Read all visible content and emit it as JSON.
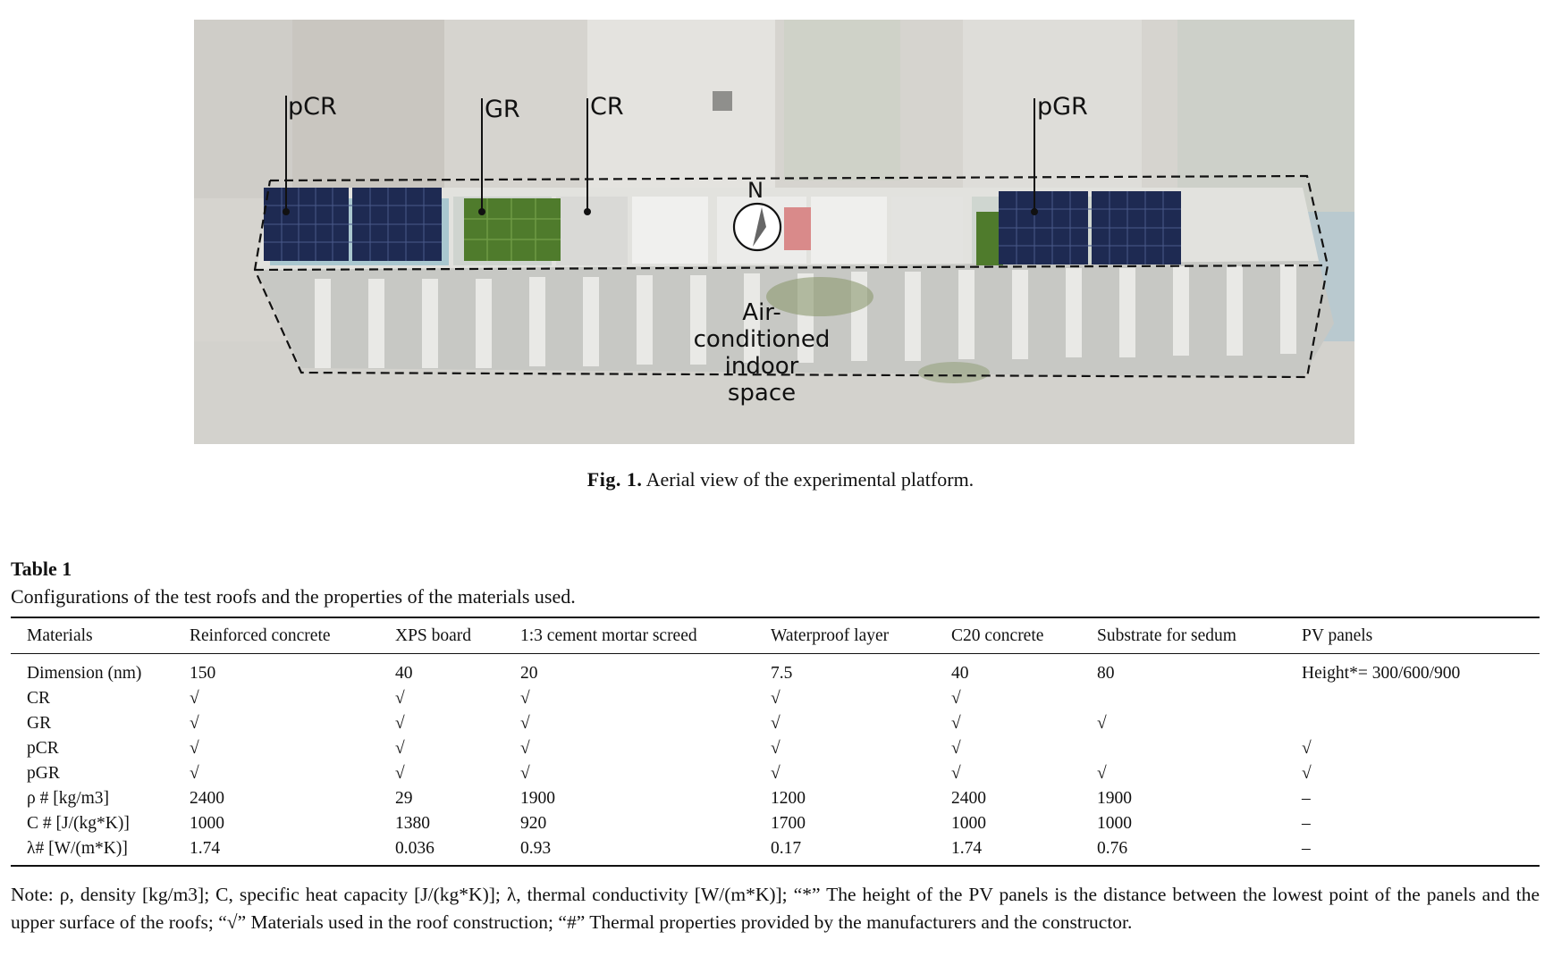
{
  "figure": {
    "labels": {
      "pcr": "pCR",
      "gr": "GR",
      "cr": "CR",
      "pgr": "pGR",
      "north": "N",
      "indoor_line1": "Air-conditioned",
      "indoor_line2": "indoor space"
    },
    "caption_label": "Fig. 1.",
    "caption_text": "Aerial view of the experimental platform."
  },
  "table": {
    "title": "Table 1",
    "subtitle": "Configurations of the test roofs and the properties of the materials used.",
    "headers": [
      "Materials",
      "Reinforced concrete",
      "XPS board",
      "1:3 cement mortar screed",
      "Waterproof layer",
      "C20 concrete",
      "Substrate for sedum",
      "PV panels"
    ],
    "rows": [
      [
        "Dimension (nm)",
        "150",
        "40",
        "20",
        "7.5",
        "40",
        "80",
        "Height*= 300/600/900"
      ],
      [
        "CR",
        "√",
        "√",
        "√",
        "√",
        "√",
        "",
        ""
      ],
      [
        "GR",
        "√",
        "√",
        "√",
        "√",
        "√",
        "√",
        ""
      ],
      [
        "pCR",
        "√",
        "√",
        "√",
        "√",
        "√",
        "",
        "√"
      ],
      [
        "pGR",
        "√",
        "√",
        "√",
        "√",
        "√",
        "√",
        "√"
      ],
      [
        "ρ # [kg/m3]",
        "2400",
        "29",
        "1900",
        "1200",
        "2400",
        "1900",
        "–"
      ],
      [
        "C # [J/(kg*K)]",
        "1000",
        "1380",
        "920",
        "1700",
        "1000",
        "1000",
        "–"
      ],
      [
        "λ# [W/(m*K)]",
        "1.74",
        "0.036",
        "0.93",
        "0.17",
        "1.74",
        "0.76",
        "–"
      ]
    ]
  },
  "note": "Note: ρ, density [kg/m3]; C, specific heat capacity [J/(kg*K)]; λ, thermal conductivity [W/(m*K)]; “*” The height of the PV panels is the distance between the lowest point of the panels and the upper surface of the roofs; “√” Materials used in the roof construction; “#” Thermal properties provided by the manufacturers and the constructor."
}
